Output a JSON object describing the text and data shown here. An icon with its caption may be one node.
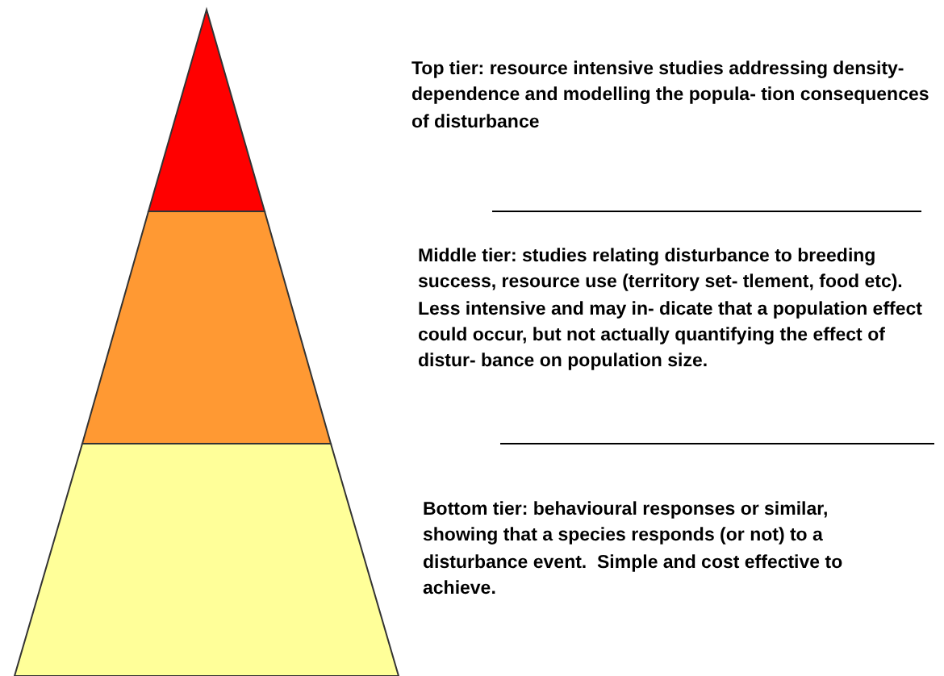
{
  "diagram": {
    "nodes": [
      {
        "text": [],
        "shape": "triangle"
      },
      {
        "text": [],
        "shape": "trapezoid"
      },
      {
        "text": [],
        "shape": "trapezoid"
      }
    ],
    "labels": [
      "Top tier: resource intensive studies addressing density-dependence and modelling the popula- tion consequences of disturbance",
      "Middle tier: studies relating disturbance to breeding success, resource use (territory set- tlement, food etc).  Less intensive and may in- dicate that a population effect could occur, but not actually quantifying the effect of distur- bance on population size.",
      "Bottom tier: behavioural responses or similar, showing that a species responds (or not) to a disturbance event.  Simple and cost effective to achieve."
    ]
  }
}
